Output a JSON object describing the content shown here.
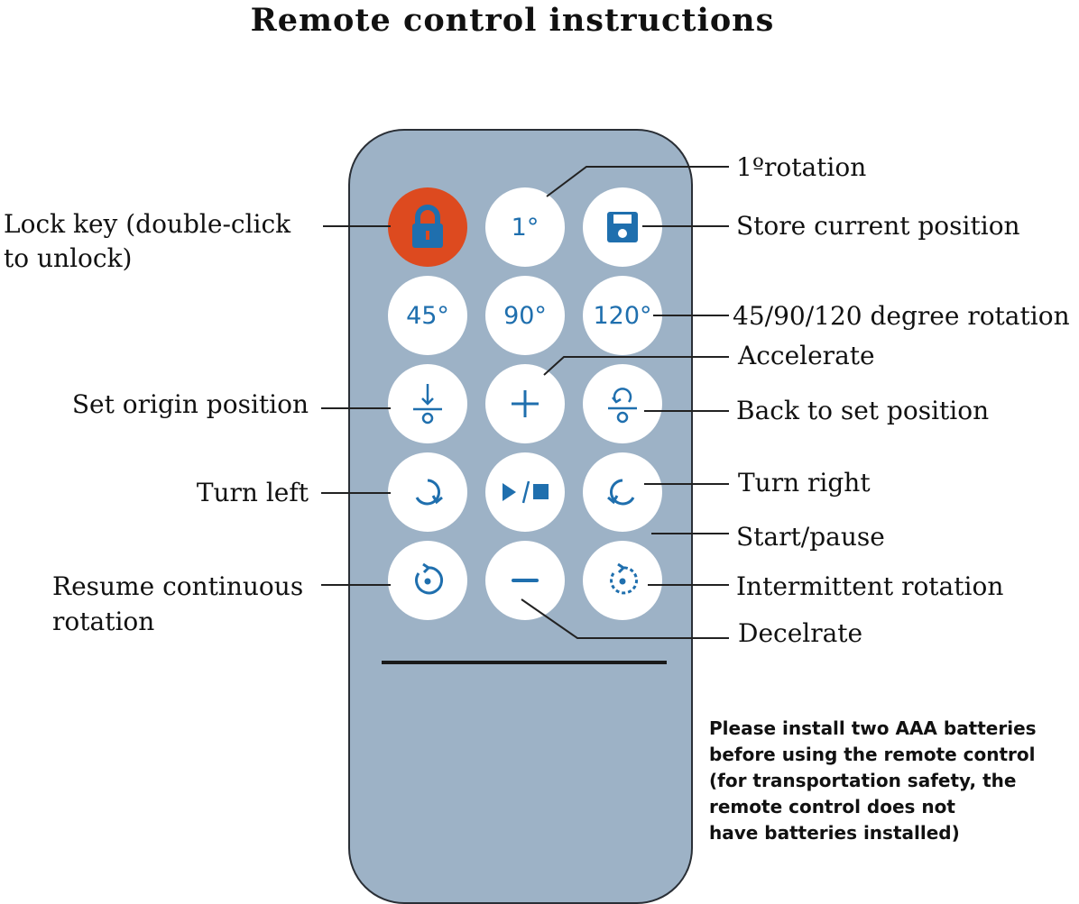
{
  "title": "Remote control instructions",
  "buttons": {
    "one_degree": "1°",
    "deg45": "45°",
    "deg90": "90°",
    "deg120": "120°"
  },
  "icons": {
    "lock": "lock-icon",
    "store": "floppy-disk-icon",
    "set_origin": "arrow-down-to-origin-icon",
    "accelerate": "plus-icon",
    "back_to_set": "rotate-to-origin-icon",
    "turn_left": "clockwise-arrow-icon",
    "start_pause": "play-stop-icon",
    "turn_right": "counterclockwise-arrow-icon",
    "resume": "continuous-rotation-icon",
    "decelerate": "minus-icon",
    "intermittent": "dashed-rotation-icon"
  },
  "labels": {
    "rotation_1": "1ºrotation",
    "lock_key_line1": "Lock key (double-click",
    "lock_key_line2": "to unlock)",
    "store_position": "Store current position",
    "degree_rotation": "45/90/120 degree rotation",
    "accelerate": "Accelerate",
    "set_origin": "Set origin position",
    "back_to_set": "Back to set position",
    "turn_left": "Turn left",
    "turn_right": "Turn right",
    "start_pause": "Start/pause",
    "resume_line1": "Resume continuous",
    "resume_line2": "rotation",
    "intermittent": "Intermittent rotation",
    "decelerate": "Decelrate"
  },
  "note": "Please install two AAA batteries\nbefore using the remote control\n(for transportation safety, the\nremote control does not\nhave batteries installed)",
  "colors": {
    "remote_body": "#9db2c6",
    "button_fill": "#ffffff",
    "button_icon": "#1f6fae",
    "lock_button": "#dd4a1f"
  }
}
